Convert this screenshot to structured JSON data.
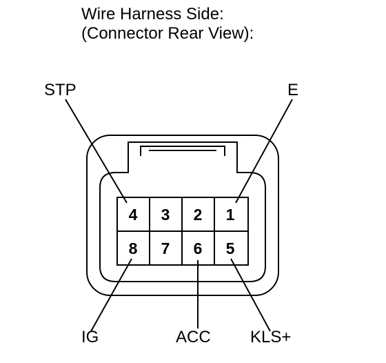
{
  "title": {
    "line1": "Wire Harness Side:",
    "line2": "(Connector Rear View):"
  },
  "connector": {
    "pins_top_row": [
      "4",
      "3",
      "2",
      "1"
    ],
    "pins_bottom_row": [
      "8",
      "7",
      "6",
      "5"
    ]
  },
  "terminals": {
    "stp": "STP",
    "e": "E",
    "ig": "IG",
    "acc": "ACC",
    "kls": "KLS+"
  }
}
